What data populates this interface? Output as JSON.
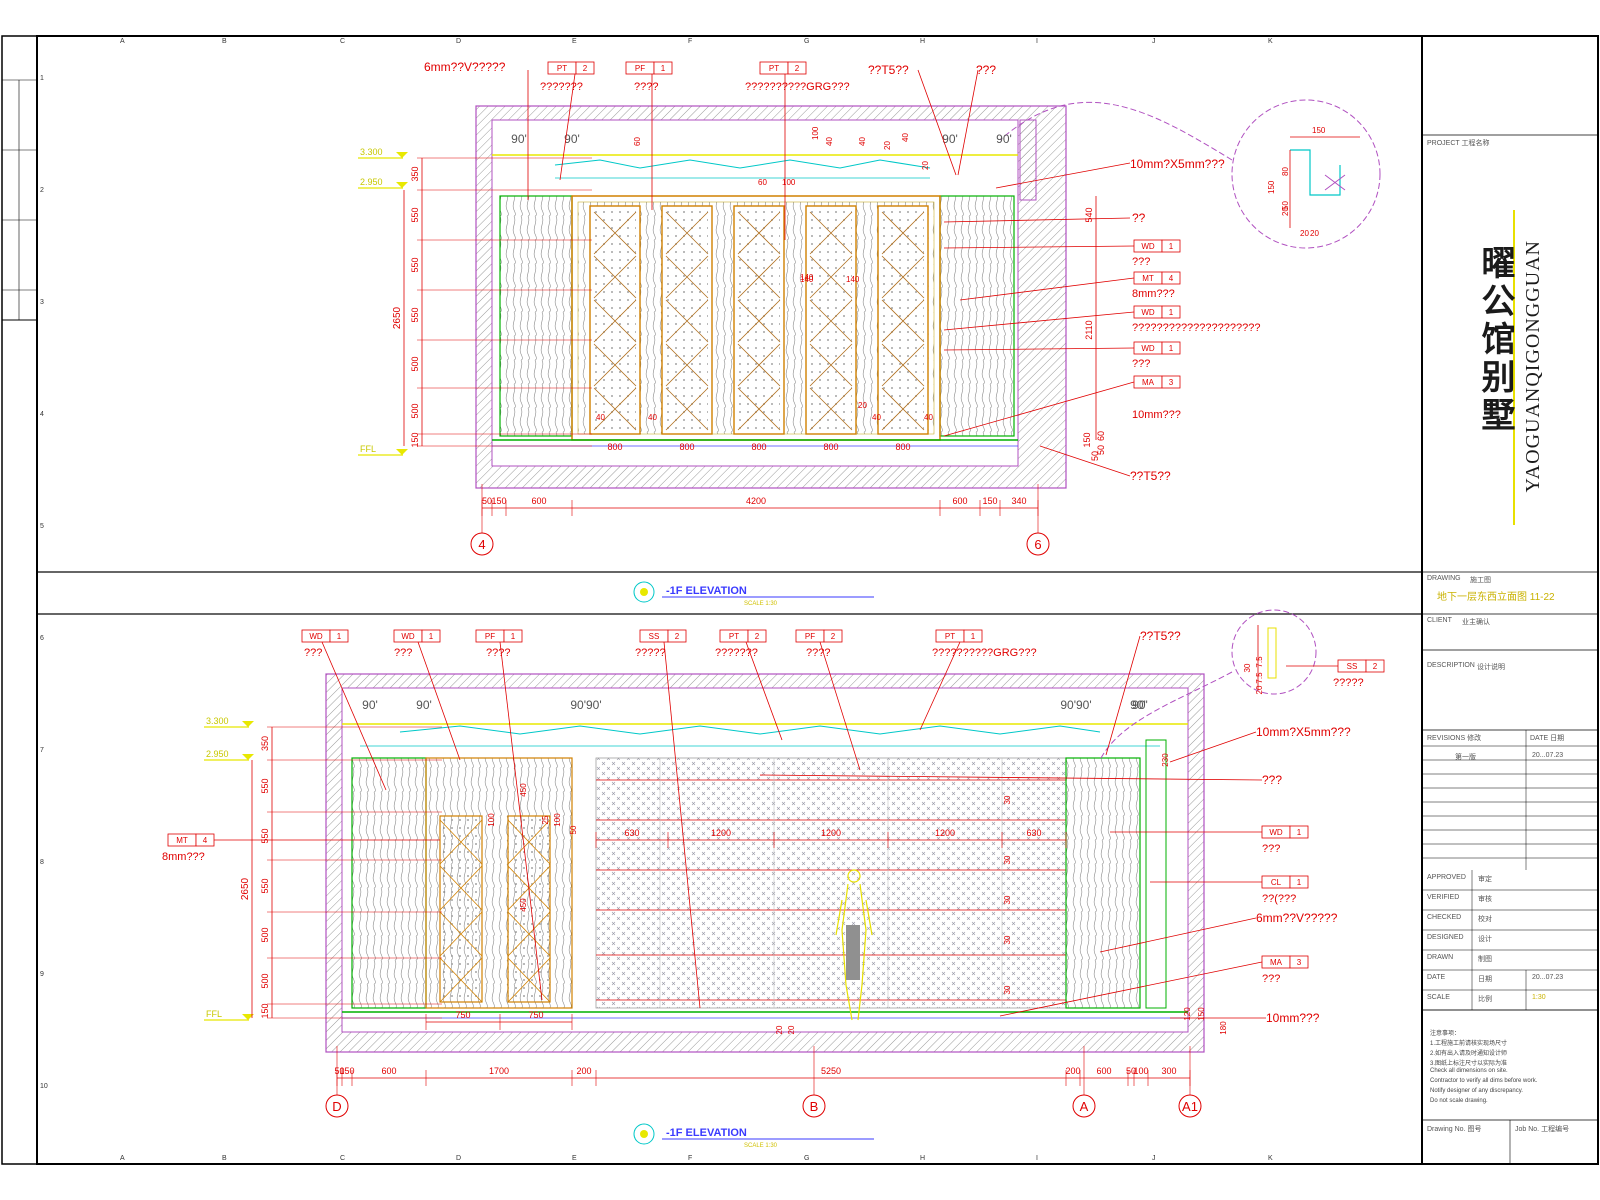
{
  "colors": {
    "frame": "#000000",
    "dim_red": "#e00000",
    "wall_magenta": "#b050c0",
    "level_yellow": "#e8e800",
    "wood_green": "#00b000",
    "cyan": "#00c8c8",
    "orange": "#d08000",
    "blue_title": "#3a3aff"
  },
  "frame": {
    "columns": [
      "A",
      "B",
      "C",
      "D",
      "E",
      "F",
      "G",
      "H",
      "I",
      "J",
      "K"
    ],
    "rows": [
      "1",
      "2",
      "3",
      "4",
      "5",
      "6",
      "7",
      "8",
      "9",
      "10"
    ]
  },
  "title_block": {
    "project_cn": "曜公馆别墅",
    "project_en": "YAOGUANQIGONGGUAN",
    "drawing_name": "地下一层东西立面图 11-22",
    "rows": [
      {
        "label": "DRAWING",
        "value": "施工图"
      },
      {
        "label": "CLIENT",
        "value": "业主确认"
      },
      {
        "label": "DESCRIPTION",
        "value": "设计说明"
      },
      {
        "label": "REVISIONS",
        "value": ""
      },
      {
        "label": "APPROVED",
        "value": "审定"
      },
      {
        "label": "VERIFIED",
        "value": "审核"
      },
      {
        "label": "CHECKED",
        "value": "校对"
      },
      {
        "label": "DESIGNED",
        "value": "设计"
      },
      {
        "label": "DRAWN",
        "value": "制图"
      },
      {
        "label": "DATE",
        "value": "日期"
      },
      {
        "label": "SCALE",
        "value": "比例"
      }
    ],
    "revision_header": {
      "rev": "REVISIONS 修改",
      "date": "DATE 日期"
    },
    "revision_first": {
      "desc": "第一版",
      "date": "20...07.23"
    },
    "date_value": "20...07.23",
    "scale_value": "1:30",
    "drawing_no_label": "Drawing No. 图号",
    "job_no_label": "Job No. 工程编号",
    "notes": [
      "注意事项：",
      "1.工程施工前请核实现场尺寸",
      "2.如有出入请及时通知设计师",
      "3.图纸上标注尺寸以实际为准",
      "Check all dimensions on site.",
      "Contractor to verify all dims before work.",
      "Notify designer of any discrepancy.",
      "Do not scale drawing."
    ]
  },
  "top_elevation": {
    "title": "-1F ELEVATION",
    "scale": "SCALE 1:30",
    "axis_left": "4",
    "axis_right": "6",
    "levels": [
      "3.300",
      "2.950",
      "FFL"
    ],
    "angle_marks": [
      "90'",
      "90'",
      "90'",
      "90'"
    ],
    "tags": [
      {
        "code": "PT",
        "num": "2",
        "desc": "???????"
      },
      {
        "code": "PF",
        "num": "1",
        "desc": "????"
      },
      {
        "code": "PT",
        "num": "2",
        "desc": "??????????GRG???"
      },
      {
        "code": "WD",
        "num": "1",
        "desc": "???"
      },
      {
        "code": "MT",
        "num": "4",
        "desc": "8mm???"
      },
      {
        "code": "WD",
        "num": "1",
        "desc": "?????????????????????"
      },
      {
        "code": "WD",
        "num": "1",
        "desc": "???"
      },
      {
        "code": "MA",
        "num": "3",
        "desc": "10mm???"
      }
    ],
    "notes": [
      "6mm??V?????",
      "??T5??",
      "???",
      "10mm?X5mm???",
      "??",
      "??T5??"
    ],
    "dims_vertical_left": [
      "350",
      "550",
      "550",
      "550",
      "500",
      "500",
      "150"
    ],
    "dim_total_left": "2650",
    "dims_bottom": [
      "50",
      "150",
      "600",
      "4200",
      "600",
      "150",
      "340"
    ],
    "panel_widths": [
      "800",
      "800",
      "800",
      "800",
      "800"
    ],
    "dim_right": [
      "540",
      "2110",
      "150",
      "60",
      "50",
      "50"
    ],
    "detail_dims": [
      "150",
      "150",
      "80",
      "20",
      "50",
      "20",
      "20"
    ],
    "misc_dims": [
      "60",
      "100",
      "40",
      "40",
      "20",
      "40",
      "20",
      "60",
      "100",
      "140",
      "140",
      "140",
      "20",
      "40",
      "40",
      "40",
      "40"
    ]
  },
  "bottom_elevation": {
    "title": "-1F ELEVATION",
    "scale": "SCALE 1:30",
    "axes": [
      "D",
      "B",
      "A",
      "A1"
    ],
    "levels": [
      "3.300",
      "2.950",
      "FFL"
    ],
    "angle_marks": [
      "90'",
      "90'",
      "90'90'",
      "90'90'",
      "90'",
      "90'"
    ],
    "tags": [
      {
        "code": "WD",
        "num": "1",
        "desc": "???"
      },
      {
        "code": "WD",
        "num": "1",
        "desc": "???"
      },
      {
        "code": "PF",
        "num": "1",
        "desc": "????"
      },
      {
        "code": "SS",
        "num": "2",
        "desc": "?????"
      },
      {
        "code": "PT",
        "num": "2",
        "desc": "???????"
      },
      {
        "code": "PF",
        "num": "2",
        "desc": "????"
      },
      {
        "code": "PT",
        "num": "1",
        "desc": "??????????GRG???"
      },
      {
        "code": "SS",
        "num": "2",
        "desc": "?????"
      },
      {
        "code": "MT",
        "num": "4",
        "desc": "8mm???"
      },
      {
        "code": "WD",
        "num": "1",
        "desc": "???"
      },
      {
        "code": "CL",
        "num": "1",
        "desc": "??(???"
      },
      {
        "code": "MA",
        "num": "3",
        "desc": "???"
      }
    ],
    "notes": [
      "??T5??",
      "10mm?X5mm???",
      "???",
      "6mm??V?????",
      "10mm???"
    ],
    "dims_vertical_left": [
      "350",
      "550",
      "550",
      "550",
      "500",
      "500",
      "150"
    ],
    "dim_total_left": "2650",
    "dims_bottom": [
      "50",
      "150",
      "600",
      "1700",
      "200",
      "5250",
      "200",
      "600",
      "50",
      "100",
      "300"
    ],
    "panel_dims": [
      "630",
      "1200",
      "1200",
      "1200",
      "630"
    ],
    "door_dims": [
      "750",
      "750"
    ],
    "misc_dims": [
      "450",
      "450",
      "100",
      "100",
      "50",
      "25",
      "230",
      "180",
      "30",
      "30",
      "30",
      "30",
      "30",
      "20",
      "20",
      "120",
      "150"
    ],
    "detail_dims": [
      "30",
      "7.5",
      "7.5",
      "20"
    ]
  }
}
